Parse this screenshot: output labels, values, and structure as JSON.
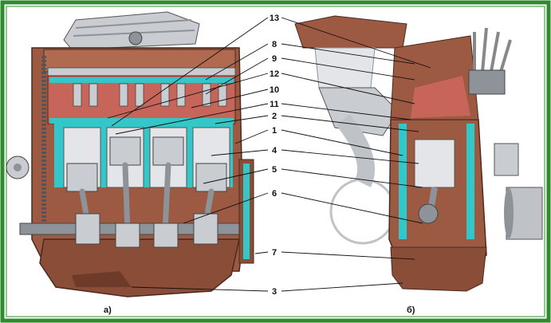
{
  "diagram": {
    "frame_color": "#2e8b2e",
    "views": [
      {
        "caption": "а)"
      },
      {
        "caption": "б)"
      }
    ],
    "callouts": [
      "13",
      "8",
      "9",
      "12",
      "10",
      "11",
      "2",
      "1",
      "4",
      "5",
      "6",
      "7",
      "3"
    ],
    "palette": {
      "block": "#9c5a43",
      "block_dark": "#6e3b2a",
      "coolant": "#34c6c9",
      "metal": "#c9ccd0",
      "metal_dark": "#8e9399",
      "head_red": "#c8655a"
    }
  }
}
